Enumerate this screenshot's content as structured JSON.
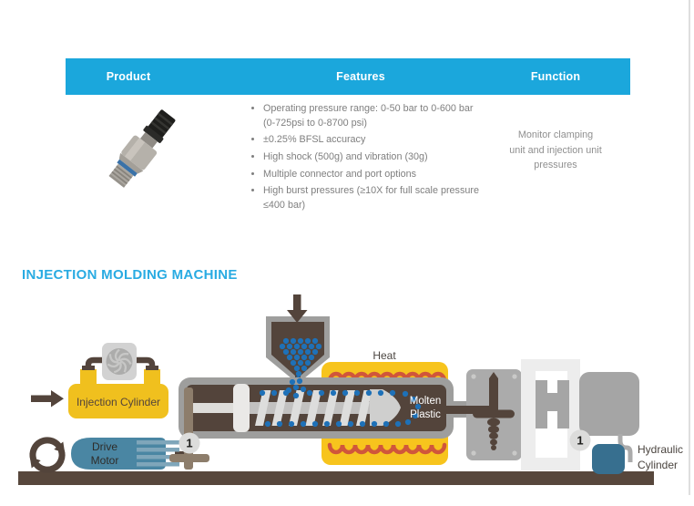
{
  "table": {
    "headers": [
      "Product",
      "Features",
      "Function"
    ],
    "row": {
      "product_image": "pressure-transducer-photo",
      "features": [
        "Operating pressure range: 0-50 bar to 0-600 bar (0-725psi to 0-8700 psi)",
        "±0.25% BFSL accuracy",
        "High shock (500g) and vibration (30g)",
        "Multiple connector and port options",
        "High burst pressures (≥10X for full scale pressure ≤400 bar)"
      ],
      "function_lines": [
        "Monitor clamping",
        "unit and injection unit",
        "pressures"
      ]
    }
  },
  "diagram": {
    "title": "INJECTION MOLDING MACHINE",
    "labels": {
      "injection_cylinder": "Injection Cylinder",
      "drive_motor": [
        "Drive",
        "Motor"
      ],
      "heat": "Heat",
      "molten_plastic": [
        "Molten",
        "Plastic"
      ],
      "hydraulic_cylinder": [
        "Hydraulic",
        "Cylinder"
      ]
    },
    "callouts": [
      "1",
      "1"
    ],
    "icons": {
      "feed_arrow": "down-arrow",
      "inlet_arrow": "right-arrow",
      "rotation_arrows": "circular-rotation-arrows",
      "pump_fan": "impeller-fan"
    }
  },
  "colors": {
    "header_bg": "#1BA7DC",
    "title": "#29ABE2",
    "features_text": "#7F7F7F",
    "function_text": "#8F8F8F",
    "dark_brown": "#53443B",
    "tank_yellow": "#F0C01E",
    "heater_yellow": "#F7C41D",
    "coil_red": "#D0563B",
    "motor_blue": "#4A86A3",
    "hydraulic_blue": "#376F8F",
    "pellet_blue": "#1E71B8",
    "steel_gray": "#9E9E9D",
    "mold_gray": "#ABABAB",
    "frame_white": "#EDEDED",
    "ground_brown": "#57473C"
  }
}
